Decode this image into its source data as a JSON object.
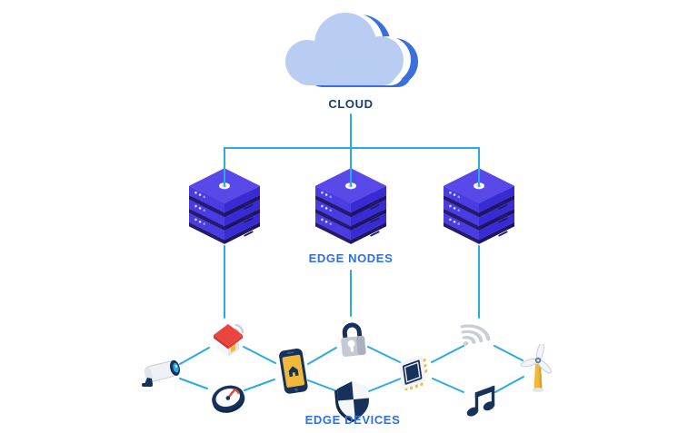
{
  "diagram": {
    "type": "edge-computing-architecture",
    "labels": {
      "cloud": "CLOUD",
      "edge_nodes": "EDGE NODES",
      "edge_devices": "EDGE DEVICES"
    },
    "layers": [
      {
        "name": "cloud",
        "items": [
          "cloud"
        ]
      },
      {
        "name": "edge-nodes",
        "items": [
          "edge-node-1",
          "edge-node-2",
          "edge-node-3"
        ]
      },
      {
        "name": "edge-devices",
        "items": [
          "security-camera",
          "smart-home",
          "gauge",
          "smartphone",
          "padlock",
          "security-shield",
          "microchip",
          "wifi",
          "music-note",
          "wind-turbine"
        ]
      }
    ],
    "connections": [
      [
        "cloud",
        "edge-node-1"
      ],
      [
        "cloud",
        "edge-node-2"
      ],
      [
        "cloud",
        "edge-node-3"
      ],
      [
        "edge-node-1",
        "smart-home"
      ],
      [
        "edge-node-2",
        "padlock"
      ],
      [
        "edge-node-3",
        "wifi"
      ],
      [
        "security-camera",
        "smart-home"
      ],
      [
        "security-camera",
        "gauge"
      ],
      [
        "smart-home",
        "smartphone"
      ],
      [
        "gauge",
        "smartphone"
      ],
      [
        "smartphone",
        "padlock"
      ],
      [
        "smartphone",
        "security-shield"
      ],
      [
        "padlock",
        "microchip"
      ],
      [
        "security-shield",
        "microchip"
      ],
      [
        "microchip",
        "wifi"
      ],
      [
        "microchip",
        "music-note"
      ],
      [
        "wifi",
        "wind-turbine"
      ],
      [
        "music-note",
        "wind-turbine"
      ]
    ],
    "colors": {
      "connector_line": "#29abe2",
      "cloud_front": "#b9cdf3",
      "cloud_back": "#3b6fdb",
      "server_top": "#5849e8",
      "server_left": "#4a3be3",
      "server_right": "#392bd3",
      "server_band": "#221968",
      "label_navy": "#1d3b6e",
      "label_blue": "#2f6fe0",
      "device_navy": "#16325a",
      "accent_red": "#e8463f",
      "accent_yellow": "#f0b93c",
      "device_gray": "#c9ced6"
    }
  }
}
